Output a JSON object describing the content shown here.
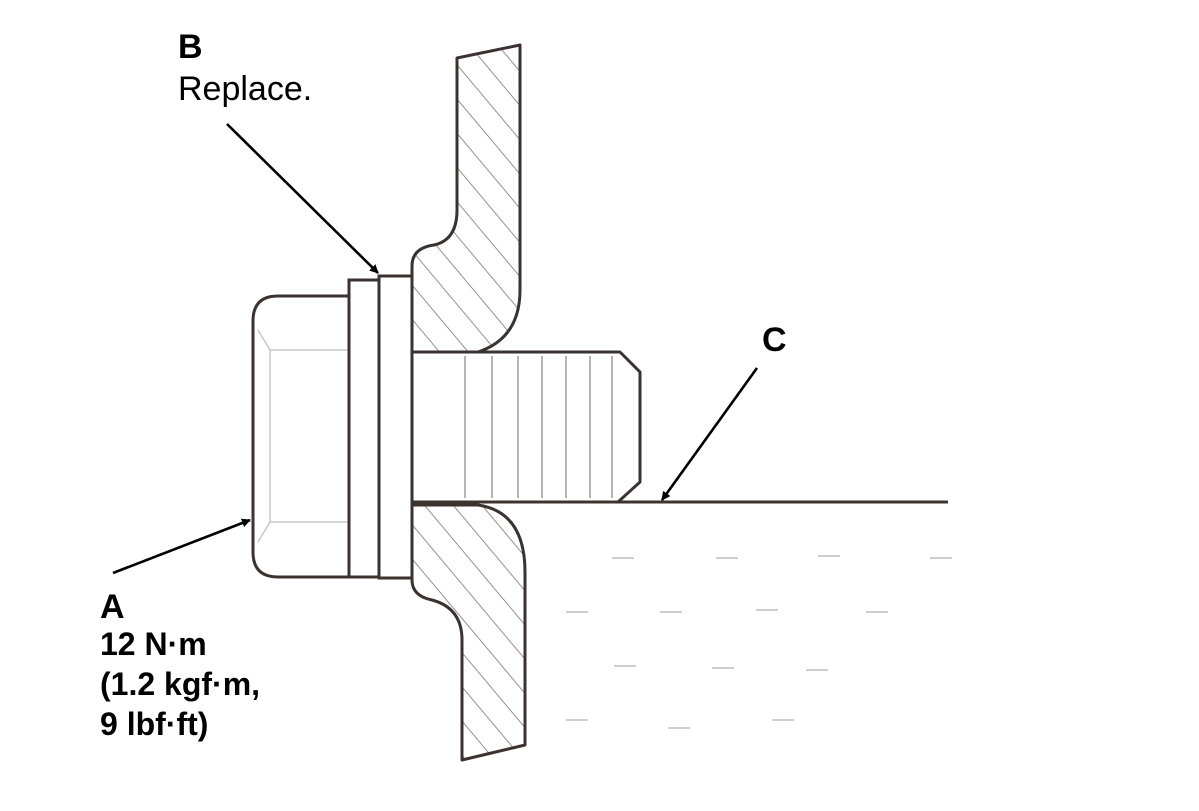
{
  "callouts": {
    "b": {
      "letter": "B",
      "note": "Replace."
    },
    "c": {
      "letter": "C"
    },
    "a": {
      "letter": "A",
      "torque_lines": [
        "12 N·m",
        "(1.2 kgf·m,",
        "9 lbf·ft)"
      ]
    }
  },
  "colors": {
    "line": "#3a3330",
    "hatch": "#7a7573",
    "fluid_dash": "#bdbdbd",
    "hex_face": "#c8c8c8"
  }
}
